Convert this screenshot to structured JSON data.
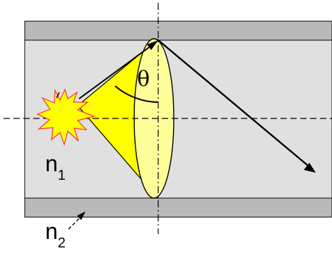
{
  "diagram": {
    "angle_symbol": "θ",
    "core_index": {
      "base": "n",
      "sub": "1"
    },
    "cladding_index": {
      "base": "n",
      "sub": "2"
    }
  },
  "colors": {
    "cladding": "#b9b9b9",
    "core": "#e0e0e0",
    "light_cone": "#ffff00",
    "lens": "#ffff99",
    "source_fill": "#ffff00",
    "source_outline": "#ff3333",
    "lines": "#000000"
  }
}
